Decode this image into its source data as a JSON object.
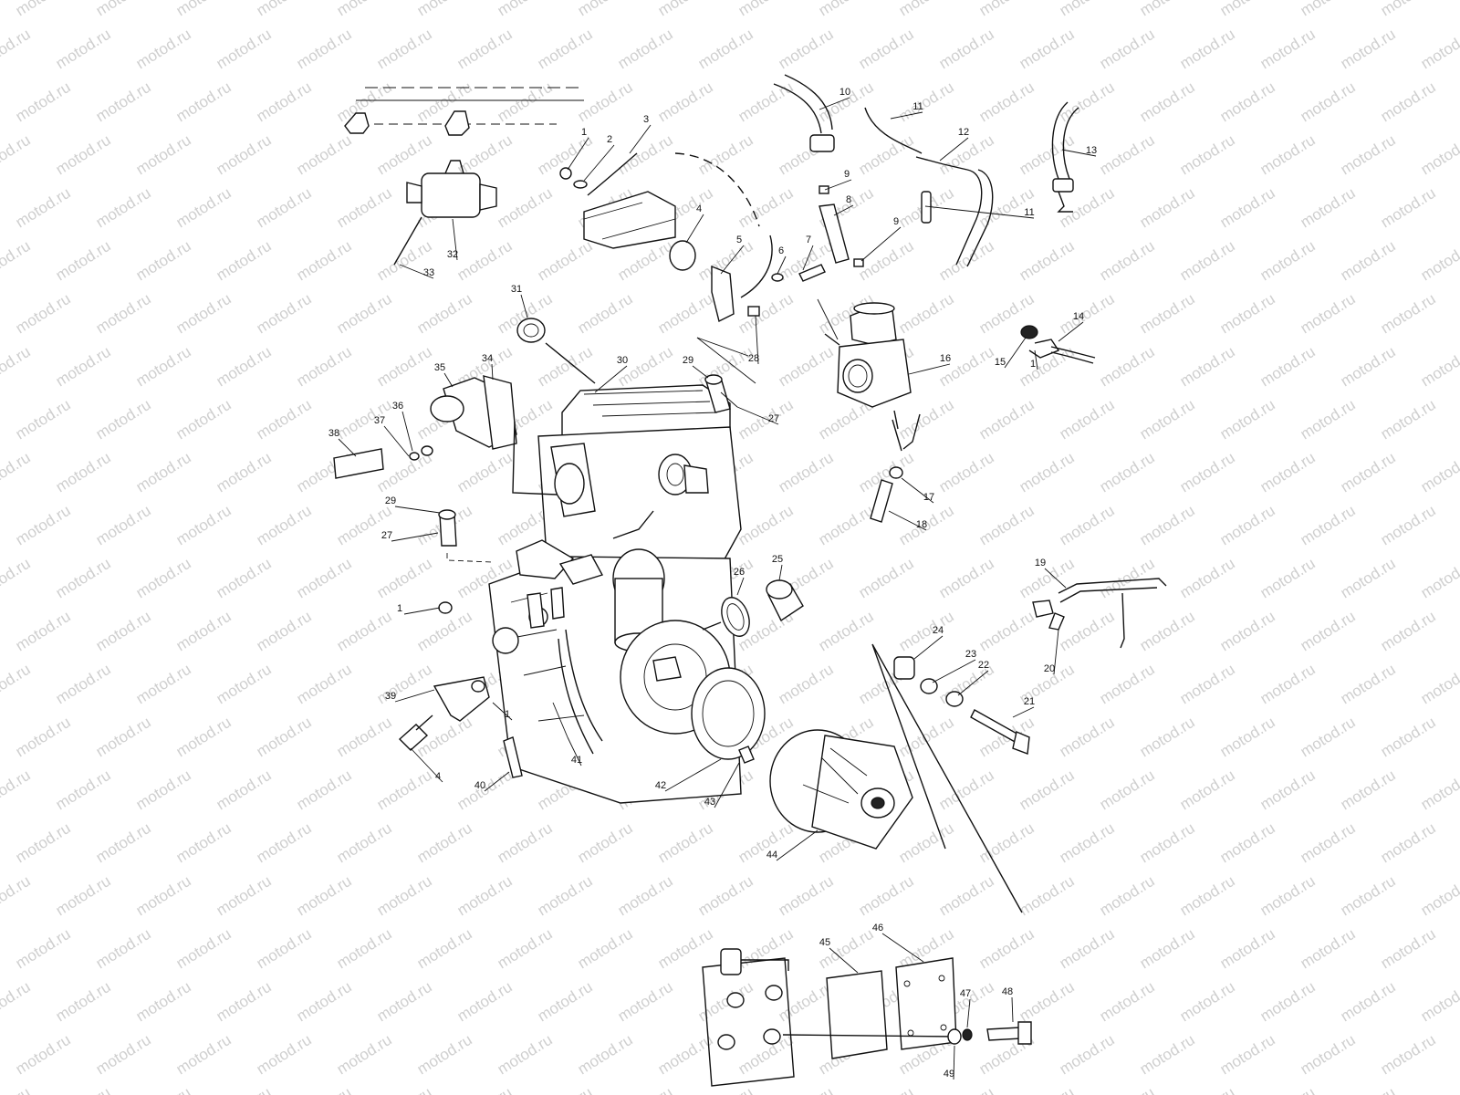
{
  "watermark": {
    "text": "motod.ru",
    "color": "#cfcfcf"
  },
  "callouts": [
    {
      "id": "c1a",
      "text": "1"
    },
    {
      "id": "c2",
      "text": "2"
    },
    {
      "id": "c3",
      "text": "3"
    },
    {
      "id": "c4a",
      "text": "4"
    },
    {
      "id": "c5",
      "text": "5"
    },
    {
      "id": "c6",
      "text": "6"
    },
    {
      "id": "c7",
      "text": "7"
    },
    {
      "id": "c8",
      "text": "8"
    },
    {
      "id": "c9a",
      "text": "9"
    },
    {
      "id": "c9b",
      "text": "9"
    },
    {
      "id": "c10",
      "text": "10"
    },
    {
      "id": "c11a",
      "text": "11"
    },
    {
      "id": "c11b",
      "text": "11"
    },
    {
      "id": "c12",
      "text": "12"
    },
    {
      "id": "c13",
      "text": "13"
    },
    {
      "id": "c14",
      "text": "14"
    },
    {
      "id": "c15",
      "text": "15"
    },
    {
      "id": "c1b",
      "text": "1"
    },
    {
      "id": "c16",
      "text": "16"
    },
    {
      "id": "c17",
      "text": "17"
    },
    {
      "id": "c18",
      "text": "18"
    },
    {
      "id": "c19",
      "text": "19"
    },
    {
      "id": "c20",
      "text": "20"
    },
    {
      "id": "c21",
      "text": "21"
    },
    {
      "id": "c22",
      "text": "22"
    },
    {
      "id": "c23",
      "text": "23"
    },
    {
      "id": "c24",
      "text": "24"
    },
    {
      "id": "c25",
      "text": "25"
    },
    {
      "id": "c26",
      "text": "26"
    },
    {
      "id": "c27a",
      "text": "27"
    },
    {
      "id": "c27b",
      "text": "27"
    },
    {
      "id": "c28",
      "text": "28"
    },
    {
      "id": "c29a",
      "text": "29"
    },
    {
      "id": "c29b",
      "text": "29"
    },
    {
      "id": "c30",
      "text": "30"
    },
    {
      "id": "c31",
      "text": "31"
    },
    {
      "id": "c32",
      "text": "32"
    },
    {
      "id": "c33",
      "text": "33"
    },
    {
      "id": "c34",
      "text": "34"
    },
    {
      "id": "c35",
      "text": "35"
    },
    {
      "id": "c36",
      "text": "36"
    },
    {
      "id": "c37",
      "text": "37"
    },
    {
      "id": "c38",
      "text": "38"
    },
    {
      "id": "c1c",
      "text": "1"
    },
    {
      "id": "c1d",
      "text": "1"
    },
    {
      "id": "c39",
      "text": "39"
    },
    {
      "id": "c4b",
      "text": "4"
    },
    {
      "id": "c40",
      "text": "40"
    },
    {
      "id": "c41",
      "text": "41"
    },
    {
      "id": "c42",
      "text": "42"
    },
    {
      "id": "c43",
      "text": "43"
    },
    {
      "id": "c44",
      "text": "44"
    },
    {
      "id": "c45",
      "text": "45"
    },
    {
      "id": "c46",
      "text": "46"
    },
    {
      "id": "c47",
      "text": "47"
    },
    {
      "id": "c48",
      "text": "48"
    },
    {
      "id": "c49",
      "text": "49"
    }
  ]
}
